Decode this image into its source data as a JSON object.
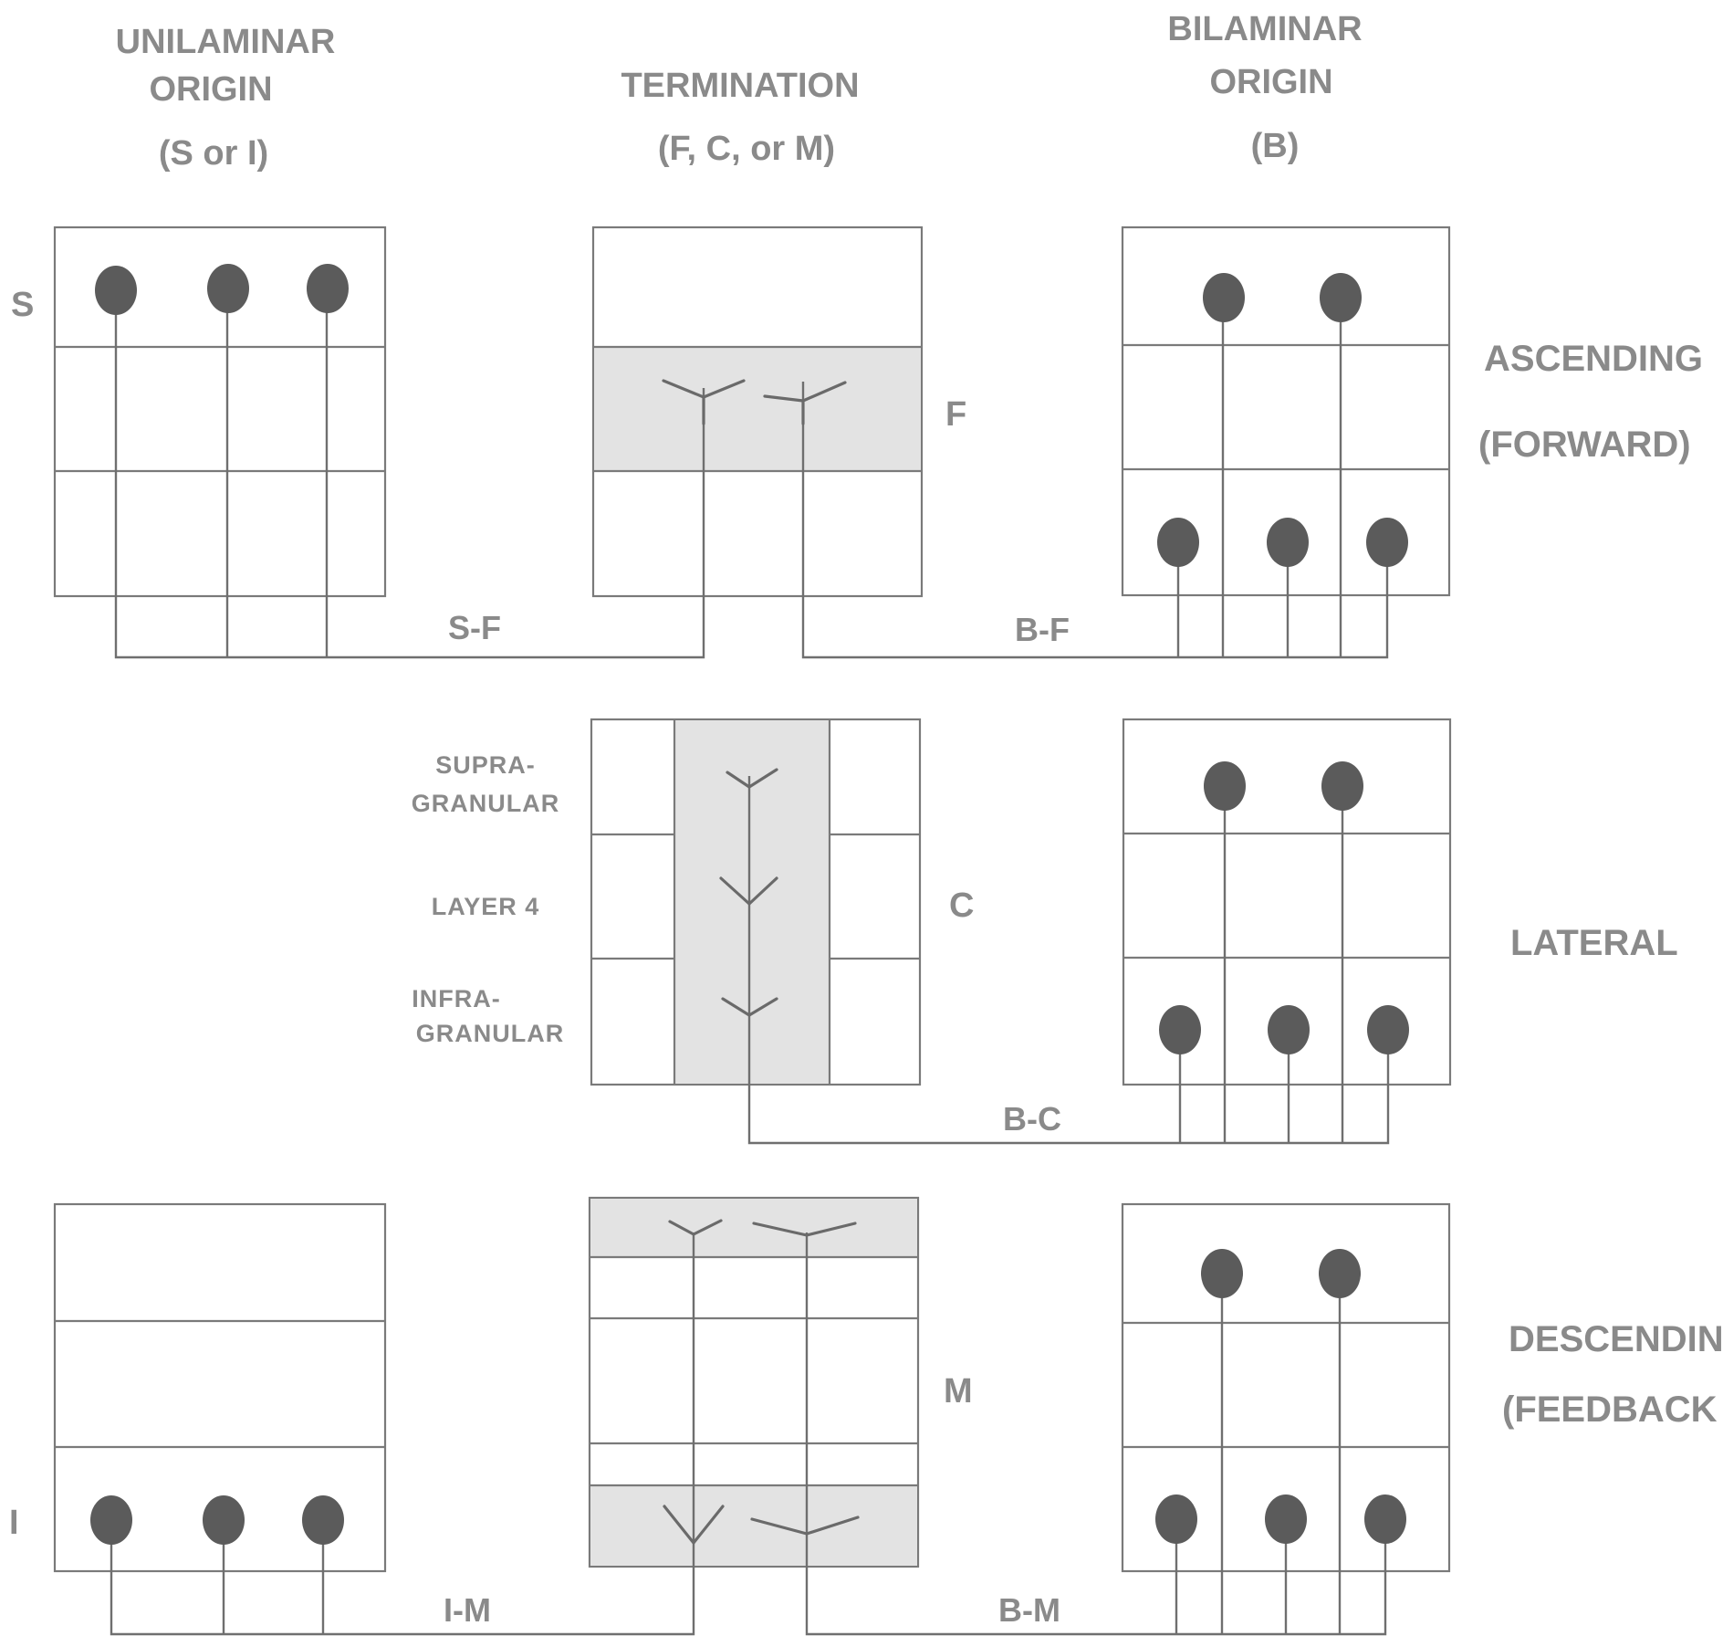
{
  "headers": {
    "unilaminar": [
      "UNILAMINAR",
      "ORIGIN",
      "(S or I)"
    ],
    "termination": [
      "TERMINATION",
      "(F, C, or M)"
    ],
    "bilaminar": [
      "BILAMINAR",
      "ORIGIN",
      "(B)"
    ]
  },
  "row_labels": {
    "ascending": [
      "ASCENDING",
      "(FORWARD)"
    ],
    "lateral": [
      "LATERAL"
    ],
    "descending": [
      "DESCENDIN",
      "(FEEDBACK"
    ]
  },
  "layer_abbr": {
    "s": "S",
    "i": "I",
    "f": "F",
    "c": "C",
    "m": "M"
  },
  "layer_labels": {
    "supragranular": [
      "SUPRA-",
      "GRANULAR"
    ],
    "layer4": "LAYER 4",
    "infragranular": [
      "INFRA-",
      "GRANULAR"
    ]
  },
  "connections": {
    "s_f": "S-F",
    "b_f": "B-F",
    "b_c": "B-C",
    "i_m": "I-M",
    "b_m": "B-M"
  },
  "colors": {
    "cell_body": "#5b5b5b",
    "shading": "#e3e3e3",
    "text": "#8a8a8a"
  }
}
